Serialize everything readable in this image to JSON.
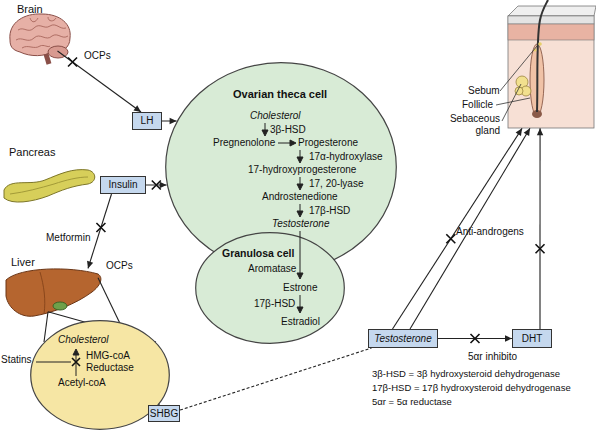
{
  "diagram": {
    "nodes": [
      {
        "text": [
          "Brain"
        ]
      },
      {
        "text": [
          "LH"
        ]
      },
      {
        "text": [
          "Pancreas"
        ]
      },
      {
        "text": [
          "Insulin"
        ]
      },
      {
        "text": [
          "Liver"
        ]
      },
      {
        "text": [
          "Ovarian theca cell",
          "Cholesterol",
          "3β-HSD",
          "Pregnenolone",
          "Progesterone",
          "17α-hydroxylase",
          "17-hydroxyprogesterone",
          "17, 20-lyase",
          "Androstenedione",
          "17β-HSD",
          "Testosterone"
        ]
      },
      {
        "text": [
          "Granulosa cell",
          "Aromatase",
          "Estrone",
          "17β-HSD",
          "Estradiol"
        ],
        "in": 5
      },
      {
        "text": [
          "Cholesterol",
          "HMG-coA",
          "Reductase",
          "Acetyl-coA"
        ]
      },
      {
        "text": [
          "SHBG"
        ]
      },
      {
        "text": [
          "Testosterone"
        ]
      },
      {
        "text": [
          "DHT"
        ]
      },
      {
        "text": [
          "Sebum",
          "Follicle",
          "Sebaceous gland"
        ]
      }
    ],
    "edges": [
      {
        "from": 0,
        "to": 1,
        "arrow": "to",
        "label": "OCPs"
      },
      {
        "from": 1,
        "to": 5,
        "arrow": "to"
      },
      {
        "from": 3,
        "to": 5,
        "arrow": "to"
      },
      {
        "from": 3,
        "to": 4,
        "arrow": "to",
        "label": "Metformin"
      },
      {
        "from": 4,
        "to": 8,
        "arrow": "to",
        "label": "OCPs"
      },
      {
        "from": 4,
        "to": 7,
        "arrow": "none"
      },
      {
        "from": 4,
        "to": 7,
        "arrow": "none"
      },
      {
        "from": 8,
        "to": 9,
        "arrow": "none"
      },
      {
        "from": 9,
        "to": 10,
        "arrow": "to",
        "label": "5αr inhibito"
      },
      {
        "from": 9,
        "to": 11,
        "arrow": "to",
        "label": "Anti-androgens"
      },
      {
        "from": 9,
        "to": 11,
        "arrow": "to"
      },
      {
        "from": 10,
        "to": 11,
        "arrow": "to"
      }
    ],
    "labels": [
      "Statins",
      "3β-HSD = 3β hydroxysteroid dehydrogenase",
      "17β-HSD = 17β hydroxysteroid dehydrogenase",
      "5αr = 5α reductase"
    ]
  }
}
